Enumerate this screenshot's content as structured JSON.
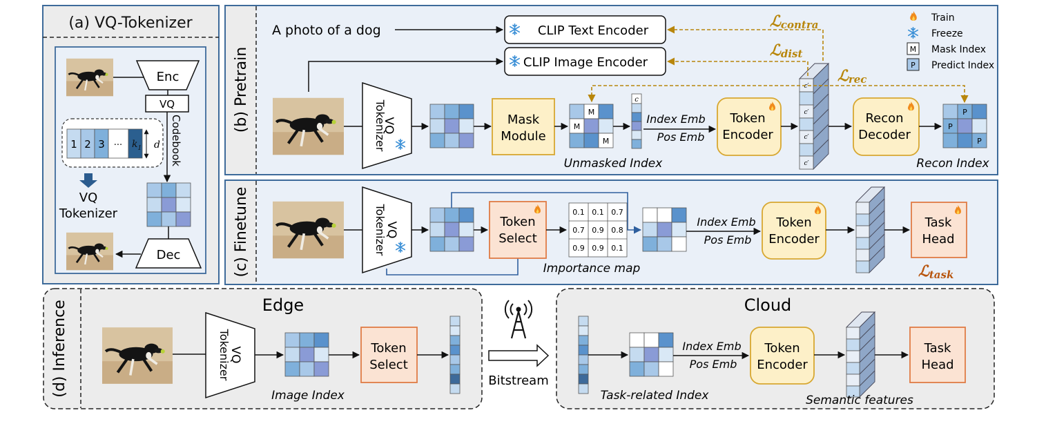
{
  "colors": {
    "panel_blue_bg": "#eaf0f8",
    "panel_blue_border": "#3d6a9a",
    "panel_gray_bg": "#ececec",
    "token_yellow_fill": "#fdf0c8",
    "token_yellow_border": "#d7a730",
    "select_orange_fill": "#fbe3d3",
    "select_orange_border": "#e07b45",
    "loss_gold": "#b8860b",
    "loss_orange": "#b8550e",
    "cell_light": "#c5dbf0",
    "cell_mid": "#7fb0db",
    "cell_dark": "#3d6a9a",
    "cell_purple": "#8a9bd6"
  },
  "panel_a": {
    "title": "(a) VQ-Tokenizer",
    "enc": "Enc",
    "vq": "VQ",
    "codebook": "Codebook",
    "codebook_cells": [
      "1",
      "2",
      "3",
      "···"
    ],
    "k1": "k",
    "k1_sub": "1",
    "d": "d",
    "vq_tokenizer_line1": "VQ",
    "vq_tokenizer_line2": "Tokenizer",
    "dec": "Dec"
  },
  "panel_b": {
    "label": "(b) Pretrain",
    "text_prompt": "A photo of a dog",
    "clip_text": "CLIP Text Encoder",
    "clip_image": "CLIP Image Encoder",
    "loss_contra": "contra",
    "loss_dist": "dist",
    "loss_rec": "rec",
    "loss_L": "ℒ",
    "vq_tok_line1": "VQ",
    "vq_tok_line2": "Tokenizer",
    "mask_line1": "Mask",
    "mask_line2": "Module",
    "mask_letter": "M",
    "index_emb": "Index Emb",
    "pos_emb": "Pos Emb",
    "token_line1": "Token",
    "token_line2": "Encoder",
    "recon_line1": "Recon",
    "recon_line2": "Decoder",
    "predict_letter": "P",
    "unmasked_index": "Unmasked Index",
    "recon_index": "Recon Index",
    "c_small": "c",
    "c_prime": "c′"
  },
  "legend": {
    "train": "Train",
    "freeze": "Freeze",
    "mask_index": "Mask Index",
    "predict_index": "Predict Index",
    "mask_glyph": "M",
    "predict_glyph": "P"
  },
  "panel_c": {
    "label": "(c) Finetune",
    "vq_tok_line1": "VQ",
    "vq_tok_line2": "Tokenizer",
    "select_line1": "Token",
    "select_line2": "Select",
    "importance_values": [
      "0.1",
      "0.1",
      "0.7",
      "0.7",
      "0.9",
      "0.8",
      "0.9",
      "0.9",
      "0.1"
    ],
    "importance_map": "Importance map",
    "index_emb": "Index Emb",
    "pos_emb": "Pos Emb",
    "token_line1": "Token",
    "token_line2": "Encoder",
    "head_line1": "Task",
    "head_line2": "Head",
    "loss_task": "task",
    "loss_L": "ℒ"
  },
  "panel_d": {
    "label": "(d) Inference",
    "edge_title": "Edge",
    "cloud_title": "Cloud",
    "vq_tok_line1": "VQ",
    "vq_tok_line2": "Tokenizer",
    "image_index": "Image Index",
    "select_line1": "Token",
    "select_line2": "Select",
    "bitstream": "Bitstream",
    "task_related_index": "Task-related Index",
    "index_emb": "Index Emb",
    "pos_emb": "Pos Emb",
    "token_line1": "Token",
    "token_line2": "Encoder",
    "semantic_features": "Semantic features",
    "head_line1": "Task",
    "head_line2": "Head"
  }
}
